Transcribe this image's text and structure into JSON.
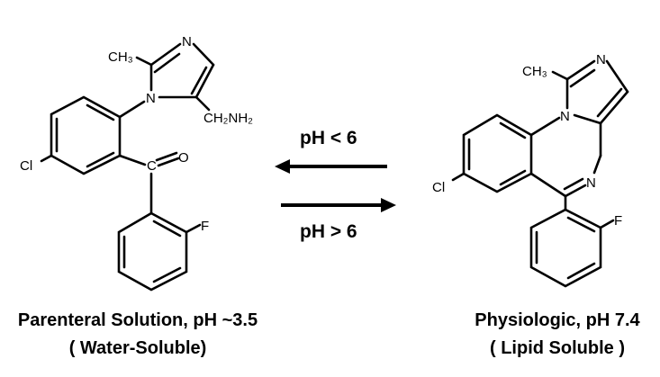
{
  "left_molecule": {
    "atoms": {
      "ch3": "CH₃",
      "n3": "N",
      "n1": "N",
      "ch2nh2": "CH₂NH₂",
      "cl": "Cl",
      "c": "C",
      "o": "O",
      "f": "F"
    },
    "caption": "Parenteral Solution, pH ~3.5",
    "subcaption": "( Water-Soluble)"
  },
  "right_molecule": {
    "atoms": {
      "ch3": "CH₃",
      "n3": "N",
      "n1": "N",
      "n_azepine": "N",
      "cl": "Cl",
      "f": "F"
    },
    "caption": "Physiologic, pH 7.4",
    "subcaption": "( Lipid Soluble )"
  },
  "equilibrium": {
    "acidic_label": "pH < 6",
    "basic_label": "pH > 6"
  }
}
